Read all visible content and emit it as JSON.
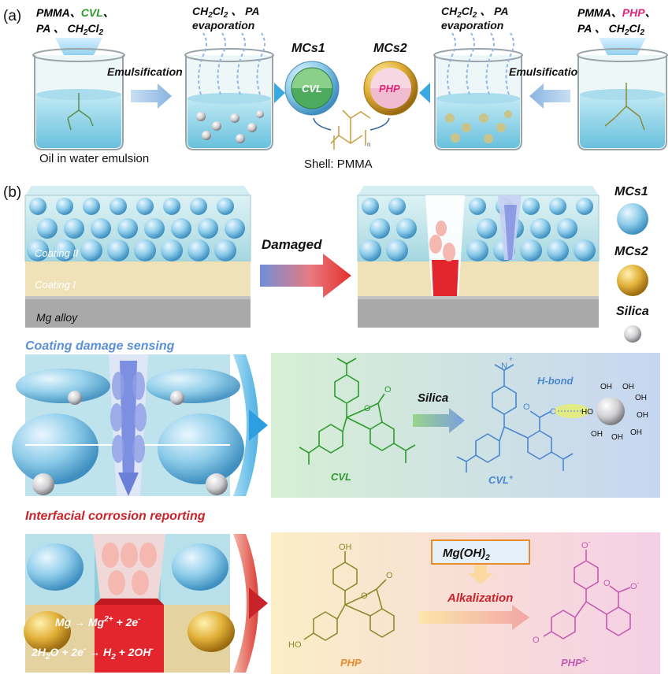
{
  "panel_a": {
    "label": "(a)",
    "left_inputs": {
      "line1a": "PMMA、",
      "line1b": "CVL",
      "line1c": "、",
      "line2": "PA 、 CH",
      "line2sub": "2",
      "line2b": "Cl",
      "line2sub2": "2"
    },
    "right_inputs": {
      "line1a": "PMMA、",
      "line1b": "PHP",
      "line1c": "、",
      "line2": "PA 、 CH",
      "line2sub": "2",
      "line2b": "Cl",
      "line2sub2": "2"
    },
    "evap_left": {
      "line1a": "CH",
      "sub1": "2",
      "line1b": "Cl",
      "sub2": "2",
      "line1c": " 、 PA",
      "line2": "evaporation"
    },
    "evap_right": {
      "line1a": "CH",
      "sub1": "2",
      "line1b": "Cl",
      "sub2": "2",
      "line1c": " 、 PA",
      "line2": "evaporation"
    },
    "emulsification_left": "Emulsification",
    "emulsification_right": "Emulsification",
    "oil_in_water": "Oil in water emulsion",
    "mcs1_title": "MCs1",
    "mcs2_title": "MCs2",
    "cvl_core": "CVL",
    "php_core": "PHP",
    "shell_label": "Shell: PMMA",
    "polymer_n": "n"
  },
  "panel_b": {
    "label": "(b)",
    "coating2": "Coating II",
    "coating1": "Coating I",
    "mg_alloy": "Mg alloy",
    "damaged": "Damaged",
    "legend_mcs1": "MCs1",
    "legend_mcs2": "MCs2",
    "legend_silica": "Silica",
    "sensing_title": "Coating damage sensing",
    "corrosion_title": "Interfacial corrosion reporting",
    "cvl": "CVL",
    "cvl_plus": "CVL",
    "cvl_plus_sup": "+",
    "silica_arrow": "Silica",
    "hbond": "H-bond",
    "oh": "OH",
    "ho": "HO",
    "n_plus": "N",
    "mgoh2": "Mg(OH)",
    "mgoh2_sub": "2",
    "alkalization": "Alkalization",
    "php": "PHP",
    "php2": "PHP",
    "php2_sup": "2-",
    "eq1a": "Mg → Mg",
    "eq1sup": "2+",
    "eq1b": " + 2e",
    "eq1sup2": "-",
    "eq2a": "2H",
    "eq2sub": "2",
    "eq2b": "O + 2e",
    "eq2sup": "-",
    "eq2c": " → H",
    "eq2sub2": "2",
    "eq2d": " + 2OH",
    "eq2sup2": "-",
    "o_minus": "O",
    "minus": "-",
    "o": "O"
  },
  "colors": {
    "green": "#2e9a2e",
    "pink": "#e0247a",
    "blue_text": "#5b8fd6",
    "red_text": "#c8232b",
    "orange_text": "#e88b2c",
    "cvl_plus": "#4a86d0",
    "php2": "#c45ab0"
  }
}
